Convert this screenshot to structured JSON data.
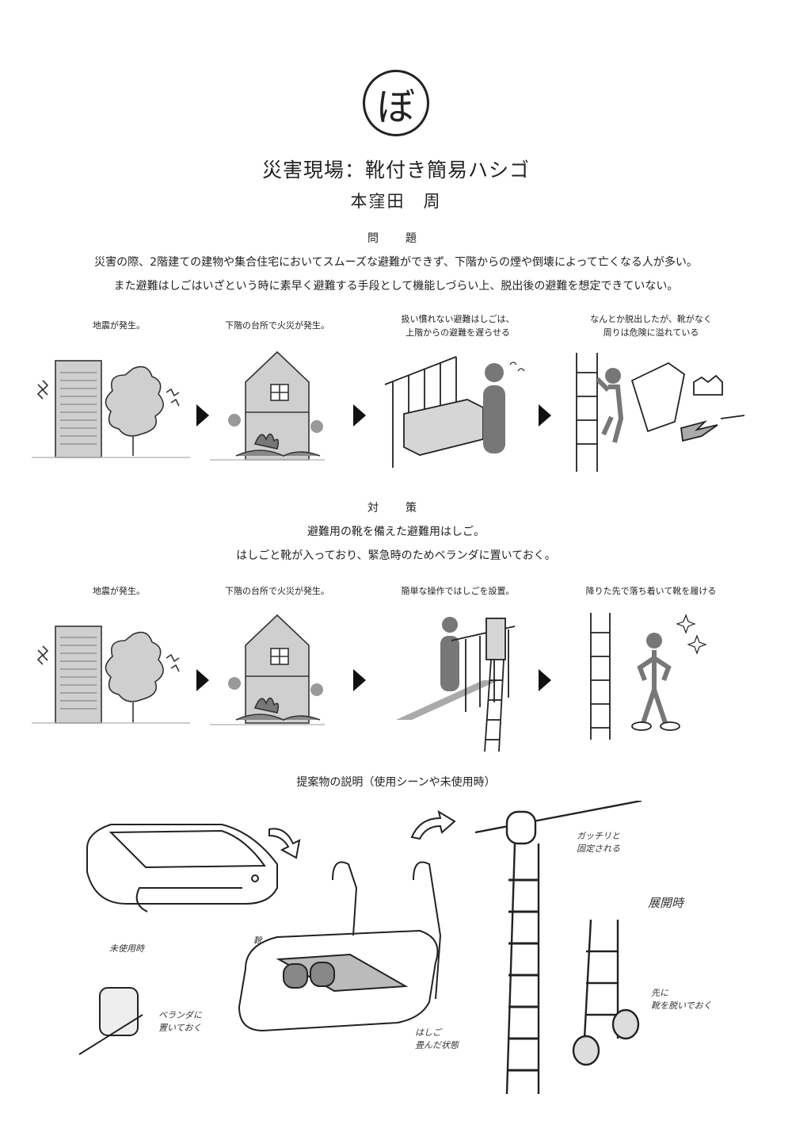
{
  "header": {
    "logo_char": "ぼ",
    "title": "災害現場：靴付き簡易ハシゴ",
    "author": "本窪田　周"
  },
  "problem": {
    "heading": "問　題",
    "lines": [
      "災害の際、2階建ての建物や集合住宅においてスムーズな避難ができず、下階からの煙や倒壊によって亡くなる人が多い。",
      "また避難はしごはいざという時に素早く避難する手段として機能しづらい上、脱出後の避難を想定できていない。"
    ],
    "captions": [
      "地震が発生。",
      "下階の台所で火災が発生。",
      "扱い慣れない避難はしごは、\n上階からの避難を遅らせる",
      "なんとか脱出したが、靴がなく\n周りは危険に溢れている"
    ]
  },
  "solution": {
    "heading": "対　策",
    "lines": [
      "避難用の靴を備えた避難用はしご。",
      "はしごと靴が入っており、緊急時のためベランダに置いておく。"
    ],
    "captions": [
      "地震が発生。",
      "下階の台所で火災が発生。",
      "簡単な操作ではしごを設置。",
      "降りた先で落ち着いて靴を履ける"
    ]
  },
  "explanation": {
    "heading": "提案物の説明（使用シーンや未使用時）",
    "notes": {
      "unused": "未使用時",
      "balcony": "ベランダに\n置いておく",
      "shoes": "靴",
      "folded": "はしご\n畳んだ状態",
      "fixed": "ガッチリと\n固定される",
      "deployed": "展開時",
      "shoes_first": "先に\n靴を脱いでおく"
    }
  }
}
